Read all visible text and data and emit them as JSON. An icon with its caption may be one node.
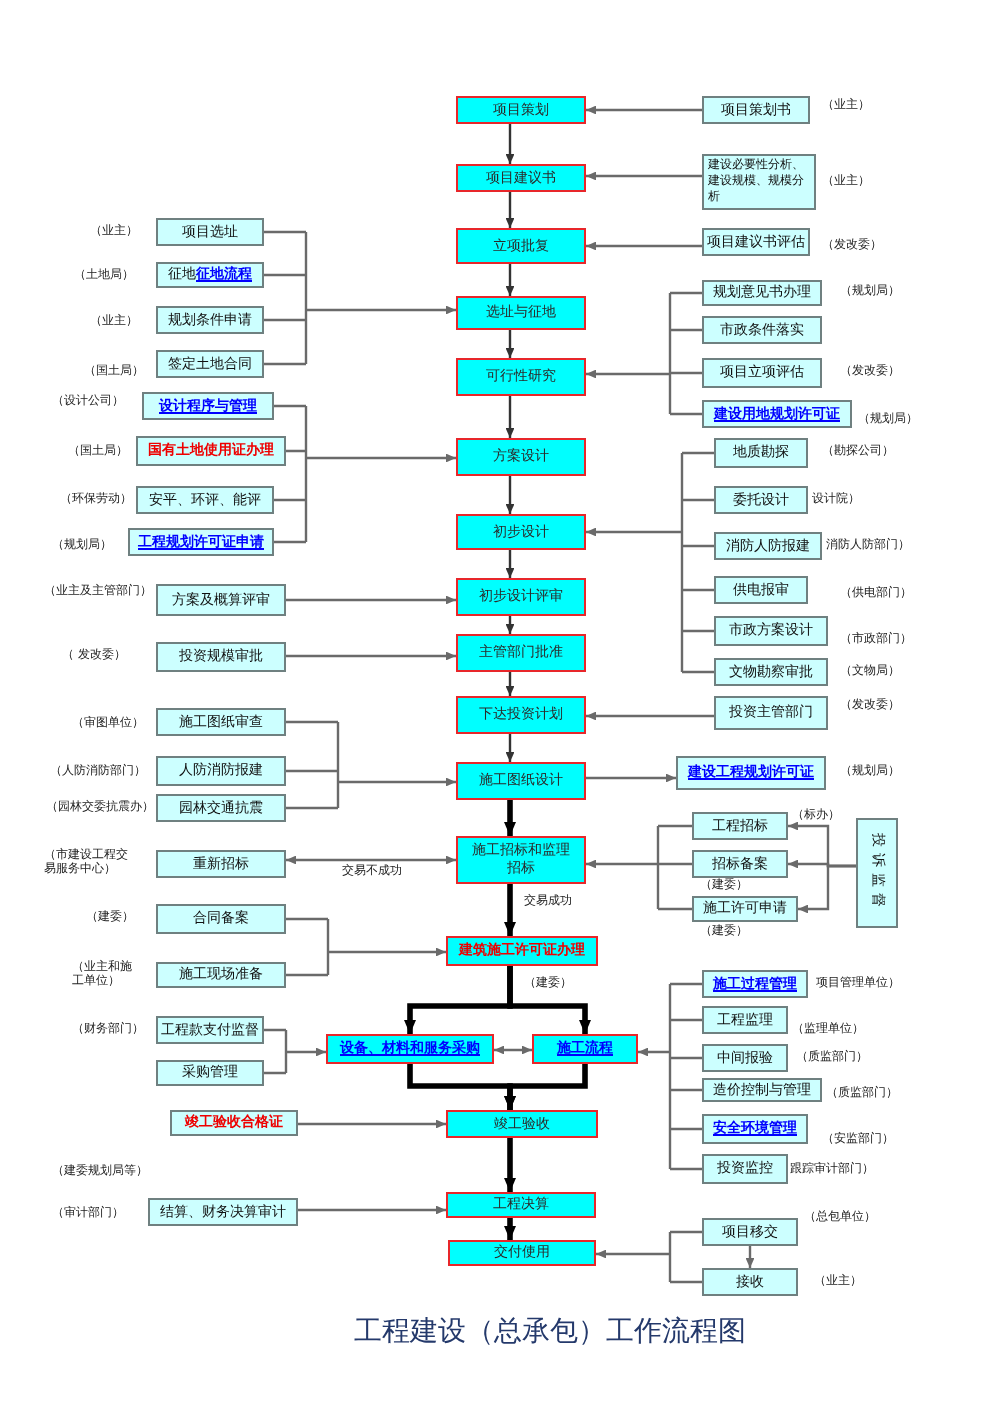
{
  "diagram": {
    "title": "工程建设（总承包）工作流程图",
    "nodes": [
      {
        "text": [
          "项目策划"
        ]
      },
      {
        "text": [
          "项目建议书"
        ]
      },
      {
        "text": [
          "立项批复"
        ]
      },
      {
        "text": [
          "选址与征地"
        ]
      },
      {
        "text": [
          "可行性研究"
        ]
      },
      {
        "text": [
          "方案设计"
        ]
      },
      {
        "text": [
          "初步设计"
        ]
      },
      {
        "text": [
          "初步设计评审"
        ]
      },
      {
        "text": [
          "主管部门批准"
        ]
      },
      {
        "text": [
          "下达投资计划"
        ]
      },
      {
        "text": [
          "施工图纸设计"
        ]
      },
      {
        "text": [
          "施工招标和监理招标"
        ]
      },
      {
        "text": [
          "建筑施工许可证办理"
        ],
        "beside": [
          "（建委）"
        ]
      },
      {
        "text": [
          "设备、材料和服务采购"
        ]
      },
      {
        "text": [
          "施工流程"
        ]
      },
      {
        "text": [
          "竣工验收"
        ]
      },
      {
        "text": [
          "工程决算"
        ]
      },
      {
        "text": [
          "交付使用"
        ]
      },
      {
        "text": [
          "项目选址"
        ],
        "beside": [
          "（业主）"
        ]
      },
      {
        "text": [
          "征地",
          "征地流程"
        ],
        "beside": [
          "（土地局）"
        ]
      },
      {
        "text": [
          "规划条件申请"
        ],
        "beside": [
          "（业主）"
        ]
      },
      {
        "text": [
          "签定土地合同"
        ],
        "beside": [
          "（国土局）"
        ]
      },
      {
        "text": [
          "设计程序与管理"
        ],
        "beside": [
          "（设计公司）"
        ]
      },
      {
        "text": [
          "国有土地使用证办理"
        ],
        "beside": [
          "（国土局）"
        ]
      },
      {
        "text": [
          "安平、环评、能评"
        ],
        "beside": [
          "（环保劳动）"
        ]
      },
      {
        "text": [
          "工程规划许可证申请"
        ],
        "beside": [
          "（规划局）"
        ]
      },
      {
        "text": [
          "方案及概算评审"
        ],
        "beside": [
          "（业主及主管部门）"
        ]
      },
      {
        "text": [
          "投资规模审批"
        ],
        "beside": [
          "（ 发改委）"
        ]
      },
      {
        "text": [
          "施工图纸审查"
        ],
        "beside": [
          "（审图单位）"
        ]
      },
      {
        "text": [
          "人防消防报建"
        ],
        "beside": [
          "（人防消防部门）"
        ]
      },
      {
        "text": [
          "园林交通抗震"
        ],
        "beside": [
          "（园林交委抗震办）"
        ]
      },
      {
        "text": [
          "重新招标"
        ],
        "beside": [
          "（市建设工程交易服务中心）"
        ]
      },
      {
        "text": [
          "合同备案"
        ],
        "beside": [
          "（建委）"
        ]
      },
      {
        "text": [
          "施工现场准备"
        ],
        "beside": [
          "（业主和施工单位）"
        ]
      },
      {
        "text": [
          "工程款支付监督"
        ],
        "beside": [
          "（财务部门）"
        ]
      },
      {
        "text": [
          "采购管理"
        ]
      },
      {
        "text": [
          "竣工验收合格证"
        ]
      },
      {
        "text": [
          "结算、财务决算审计"
        ],
        "beside": [
          "（审计部门）"
        ]
      },
      {
        "text": [
          "项目策划书"
        ],
        "beside": [
          "（业主）"
        ]
      },
      {
        "text": [
          "建设必要性分析、建设规模、规模分析"
        ],
        "beside": [
          "（业主）"
        ]
      },
      {
        "text": [
          "项目建议书评估"
        ],
        "beside": [
          "（发改委）"
        ]
      },
      {
        "text": [
          "规划意见书办理"
        ],
        "beside": [
          "（规划局）"
        ]
      },
      {
        "text": [
          "市政条件落实"
        ]
      },
      {
        "text": [
          "项目立项评估"
        ],
        "beside": [
          "（发改委）"
        ]
      },
      {
        "text": [
          "建设用地规划许可证"
        ],
        "beside": [
          "（规划局）"
        ]
      },
      {
        "text": [
          "地质勘探"
        ],
        "beside": [
          "（勘探公司）"
        ]
      },
      {
        "text": [
          "委托设计"
        ],
        "beside": [
          "设计院）"
        ]
      },
      {
        "text": [
          "消防人防报建"
        ],
        "beside": [
          "消防人防部门）"
        ]
      },
      {
        "text": [
          "供电报审"
        ],
        "beside": [
          "（供电部门）"
        ]
      },
      {
        "text": [
          "市政方案设计"
        ],
        "beside": [
          "（市政部门）"
        ]
      },
      {
        "text": [
          "文物勘察审批"
        ],
        "beside": [
          "（文物局）"
        ]
      },
      {
        "text": [
          "投资主管部门"
        ],
        "beside": [
          "（发改委）"
        ]
      },
      {
        "text": [
          "建设工程规划许可证"
        ],
        "beside": [
          "（规划局）"
        ]
      },
      {
        "text": [
          "工程招标"
        ],
        "beside": [
          "（标办）"
        ]
      },
      {
        "text": [
          "招标备案"
        ],
        "beside": [
          "（建委）"
        ]
      },
      {
        "text": [
          "施工许可申请"
        ],
        "beside": [
          "（建委）"
        ]
      },
      {
        "text": [
          "投诉监督"
        ]
      },
      {
        "text": [
          "施工过程管理"
        ],
        "beside": [
          "项目管理单位）"
        ]
      },
      {
        "text": [
          "工程监理"
        ],
        "beside": [
          "（监理单位）"
        ]
      },
      {
        "text": [
          "中间报验"
        ],
        "beside": [
          "（质监部门）"
        ]
      },
      {
        "text": [
          "造价控制与管理"
        ],
        "beside": [
          "（质监部门）"
        ]
      },
      {
        "text": [
          "安全环境管理"
        ],
        "beside": [
          "（安监部门）"
        ]
      },
      {
        "text": [
          "投资监控"
        ],
        "beside": [
          "跟踪审计部门）"
        ]
      },
      {
        "text": [
          "项目移交"
        ],
        "beside": [
          "（总包单位）"
        ]
      },
      {
        "text": [
          "接收"
        ],
        "beside": [
          "（业主）"
        ]
      }
    ],
    "edges": [
      {
        "from": 0,
        "to": 1,
        "arrow": "to",
        "color": "#333333"
      },
      {
        "from": 1,
        "to": 2,
        "arrow": "to",
        "color": "#333333"
      },
      {
        "from": 2,
        "to": 3,
        "arrow": "to",
        "color": "#333333"
      },
      {
        "from": 3,
        "to": 4,
        "arrow": "to",
        "color": "#333333"
      },
      {
        "from": 4,
        "to": 5,
        "arrow": "to",
        "color": "#333333"
      },
      {
        "from": 5,
        "to": 6,
        "arrow": "to",
        "color": "#333333"
      },
      {
        "from": 6,
        "to": 7,
        "arrow": "to",
        "color": "#333333"
      },
      {
        "from": 7,
        "to": 8,
        "arrow": "to",
        "color": "#333333"
      },
      {
        "from": 8,
        "to": 9,
        "arrow": "to",
        "color": "#333333"
      },
      {
        "from": 9,
        "to": 10,
        "arrow": "to",
        "color": "#333333"
      },
      {
        "from": 10,
        "to": 11,
        "arrow": "to",
        "style": "thick",
        "color": "#000000"
      },
      {
        "from": 11,
        "to": 12,
        "arrow": "to",
        "label": "交易成功",
        "style": "thick",
        "color": "#000000"
      },
      {
        "from": 12,
        "to": 13,
        "arrow": "to",
        "style": "thick",
        "color": "#000000"
      },
      {
        "from": 12,
        "to": 14,
        "arrow": "to",
        "style": "thick",
        "color": "#000000"
      },
      {
        "from": 13,
        "to": 14,
        "arrow": "both"
      },
      {
        "from": 13,
        "to": 15,
        "arrow": "to",
        "style": "thick",
        "color": "#000000"
      },
      {
        "from": 14,
        "to": 15,
        "arrow": "to",
        "style": "thick",
        "color": "#000000"
      },
      {
        "from": 15,
        "to": 16,
        "arrow": "to",
        "style": "thick",
        "color": "#000000"
      },
      {
        "from": 16,
        "to": 17,
        "arrow": "to",
        "style": "thick",
        "color": "#000000"
      },
      {
        "from": 18,
        "to": 3,
        "arrow": "to"
      },
      {
        "from": 19,
        "to": 3,
        "arrow": "to"
      },
      {
        "from": 20,
        "to": 3,
        "arrow": "to"
      },
      {
        "from": 21,
        "to": 3,
        "arrow": "to"
      },
      {
        "from": 22,
        "to": 5,
        "arrow": "to"
      },
      {
        "from": 23,
        "to": 5,
        "arrow": "to"
      },
      {
        "from": 24,
        "to": 5,
        "arrow": "to"
      },
      {
        "from": 25,
        "to": 5,
        "arrow": "to"
      },
      {
        "from": 26,
        "to": 7,
        "arrow": "to"
      },
      {
        "from": 27,
        "to": 8,
        "arrow": "to"
      },
      {
        "from": 28,
        "to": 10,
        "arrow": "to"
      },
      {
        "from": 29,
        "to": 10,
        "arrow": "to"
      },
      {
        "from": 30,
        "to": 10,
        "arrow": "to"
      },
      {
        "from": 11,
        "to": 31,
        "arrow": "both",
        "label": "交易不成功"
      },
      {
        "from": 32,
        "to": 12,
        "arrow": "to"
      },
      {
        "from": 33,
        "to": 12,
        "arrow": "to"
      },
      {
        "from": 34,
        "to": 13,
        "arrow": "to"
      },
      {
        "from": 35,
        "to": 13,
        "arrow": "to"
      },
      {
        "from": 36,
        "to": 15,
        "arrow": "to"
      },
      {
        "from": 37,
        "to": 16,
        "arrow": "to"
      },
      {
        "from": 38,
        "to": 0,
        "arrow": "to"
      },
      {
        "from": 39,
        "to": 1,
        "arrow": "to"
      },
      {
        "from": 40,
        "to": 2,
        "arrow": "to"
      },
      {
        "from": 41,
        "to": 4,
        "arrow": "to"
      },
      {
        "from": 42,
        "to": 4,
        "arrow": "to"
      },
      {
        "from": 43,
        "to": 4,
        "arrow": "to"
      },
      {
        "from": 44,
        "to": 4,
        "arrow": "to"
      },
      {
        "from": 45,
        "to": 6,
        "arrow": "to"
      },
      {
        "from": 46,
        "to": 6,
        "arrow": "to"
      },
      {
        "from": 47,
        "to": 6,
        "arrow": "to"
      },
      {
        "from": 48,
        "to": 6,
        "arrow": "to"
      },
      {
        "from": 49,
        "to": 6,
        "arrow": "to"
      },
      {
        "from": 50,
        "to": 6,
        "arrow": "to"
      },
      {
        "from": 51,
        "to": 9,
        "arrow": "to"
      },
      {
        "from": 10,
        "to": 52,
        "arrow": "to"
      },
      {
        "from": 53,
        "to": 11,
        "arrow": "to"
      },
      {
        "from": 54,
        "to": 11,
        "arrow": "to"
      },
      {
        "from": 55,
        "to": 11,
        "arrow": "to"
      },
      {
        "from": 56,
        "to": 53,
        "arrow": "to"
      },
      {
        "from": 56,
        "to": 54,
        "arrow": "to"
      },
      {
        "from": 56,
        "to": 55,
        "arrow": "to"
      },
      {
        "from": 57,
        "to": 14,
        "arrow": "to"
      },
      {
        "from": 58,
        "to": 14,
        "arrow": "to"
      },
      {
        "from": 59,
        "to": 14,
        "arrow": "to"
      },
      {
        "from": 60,
        "to": 14,
        "arrow": "to"
      },
      {
        "from": 61,
        "to": 14,
        "arrow": "to"
      },
      {
        "from": 62,
        "to": 14,
        "arrow": "to"
      },
      {
        "from": 63,
        "to": 17,
        "arrow": "to"
      },
      {
        "from": 64,
        "to": 17,
        "arrow": "to"
      },
      {
        "from": 63,
        "to": 64,
        "arrow": "to"
      }
    ],
    "labels": [
      "（建委规划局等）"
    ]
  }
}
